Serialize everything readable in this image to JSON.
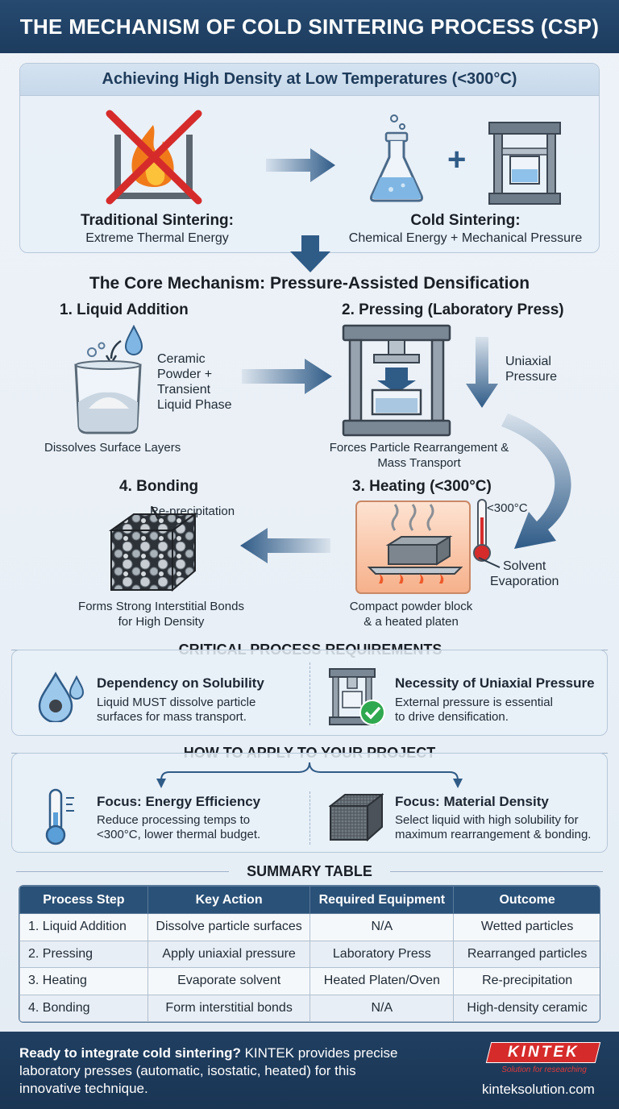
{
  "header": {
    "title": "THE MECHANISM OF COLD SINTERING PROCESS (CSP)"
  },
  "top_panel": {
    "title": "Achieving High Density at Low Temperatures (<300°C)",
    "traditional": {
      "title": "Traditional Sintering:",
      "subtitle": "Extreme Thermal Energy"
    },
    "cold": {
      "title": "Cold Sintering:",
      "subtitle": "Chemical Energy + Mechanical Pressure"
    },
    "plus": "+"
  },
  "mechanism": {
    "title": "The Core Mechanism: Pressure-Assisted Densification",
    "step1": {
      "title": "1. Liquid Addition",
      "label": [
        "Ceramic",
        "Powder +",
        "Transient",
        "Liquid Phase"
      ],
      "caption": "Dissolves Surface Layers"
    },
    "step2": {
      "title": "2. Pressing (Laboratory Press)",
      "pressure": [
        "Uniaxial",
        "Pressure"
      ],
      "caption": [
        "Forces Particle Rearrangement &",
        "Mass Transport"
      ]
    },
    "step3": {
      "title": "3. Heating (<300°C)",
      "temp": "<300°C",
      "solvent": [
        "Solvent",
        "Evaporation"
      ],
      "caption": [
        "Compact powder block",
        "& a heated platen"
      ]
    },
    "step4": {
      "title": "4. Bonding",
      "label": "Re-precipitation",
      "caption": [
        "Forms Strong Interstitial Bonds",
        "for High Density"
      ]
    }
  },
  "requirements": {
    "title": "CRITICAL PROCESS REQUIREMENTS",
    "items": [
      {
        "title": "Dependency on Solubility",
        "text": [
          "Liquid MUST dissolve particle",
          "surfaces for mass transport."
        ]
      },
      {
        "title": "Necessity of Uniaxial Pressure",
        "text": [
          "External pressure is essential",
          "to drive densification."
        ]
      }
    ]
  },
  "apply": {
    "title": "HOW TO APPLY TO YOUR PROJECT",
    "items": [
      {
        "title": "Focus: Energy Efficiency",
        "text": [
          "Reduce processing temps to",
          "<300°C, lower thermal budget."
        ]
      },
      {
        "title": "Focus: Material Density",
        "text": [
          "Select liquid with high solubility for",
          "maximum rearrangement & bonding."
        ]
      }
    ]
  },
  "summary": {
    "title": "SUMMARY TABLE",
    "columns": [
      "Process Step",
      "Key Action",
      "Required Equipment",
      "Outcome"
    ],
    "rows": [
      [
        "1. Liquid Addition",
        "Dissolve particle surfaces",
        "N/A",
        "Wetted particles"
      ],
      [
        "2. Pressing",
        "Apply uniaxial pressure",
        "Laboratory Press",
        "Rearranged particles"
      ],
      [
        "3. Heating",
        "Evaporate solvent",
        "Heated Platen/Oven",
        "Re-precipitation"
      ],
      [
        "4. Bonding",
        "Form interstitial bonds",
        "N/A",
        "High-density ceramic"
      ]
    ]
  },
  "footer": {
    "lead": "Ready to integrate cold sintering?",
    "text1": " KINTEK provides precise",
    "text2": "laboratory presses (automatic, isostatic, heated) for this",
    "text3": "innovative technique.",
    "brand": "KINTEK",
    "tagline": "Solution for researching",
    "site": "kinteksolution.com"
  },
  "colors": {
    "navy": "#264a70",
    "accent_red": "#d62b2b",
    "arrow_blue": "#2f5b87"
  }
}
